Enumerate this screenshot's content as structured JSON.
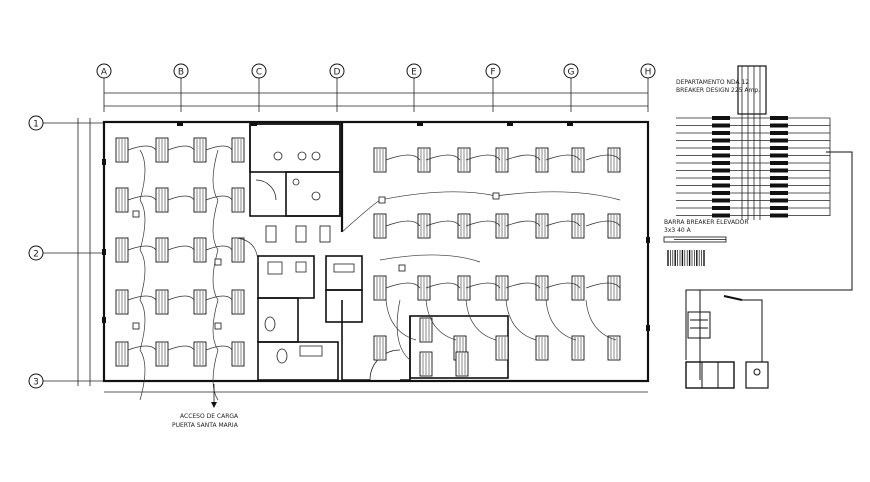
{
  "plan": {
    "grid_columns": [
      "A",
      "B",
      "C",
      "D",
      "E",
      "F",
      "G",
      "H"
    ],
    "grid_rows": [
      "1",
      "2",
      "3"
    ],
    "access_note_line1": "ACCESO DE CARGA",
    "access_note_line2": "PUERTA SANTA MARIA"
  },
  "panel": {
    "title_line1": "DEPARTAMENTO  NDA 12",
    "title_line2": "BREAKER DESIGN 225 Amp.",
    "subtitle_line1": "BARRA  BREAKER  ELEVADOR",
    "subtitle_line2": "3x3  40  A"
  }
}
